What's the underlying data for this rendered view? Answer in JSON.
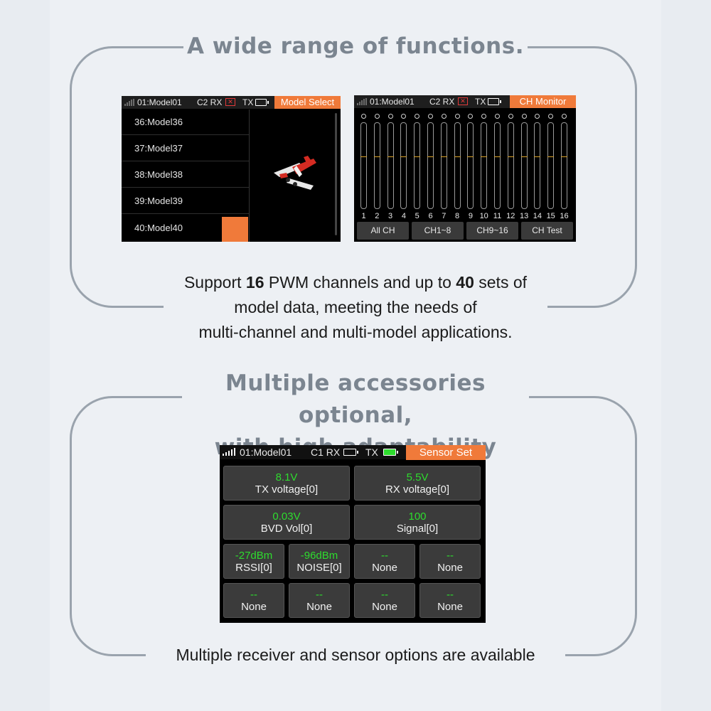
{
  "section1": {
    "headline": "A wide range of functions.",
    "caption": {
      "line1_a": "Support ",
      "line1_b": "16",
      "line1_c": " PWM channels and up to ",
      "line1_d": "40",
      "line1_e": " sets of",
      "line2": "model data, meeting the needs of",
      "line3": "multi-channel and multi-model applications."
    }
  },
  "screen_model_select": {
    "status": {
      "model": "01:Model01",
      "rx": "C2 RX",
      "tx": "TX",
      "mode": "Model Select"
    },
    "models": [
      "36:Model36",
      "37:Model37",
      "38:Model38",
      "39:Model39",
      "40:Model40"
    ]
  },
  "screen_ch_monitor": {
    "status": {
      "model": "01:Model01",
      "rx": "C2 RX",
      "tx": "TX",
      "mode": "CH Monitor"
    },
    "channel_values": [
      "0",
      "0",
      "0",
      "0",
      "0",
      "0",
      "0",
      "0",
      "0",
      "0",
      "0",
      "0",
      "0",
      "0",
      "0",
      "0"
    ],
    "channel_numbers": [
      "1",
      "2",
      "3",
      "4",
      "5",
      "6",
      "7",
      "8",
      "9",
      "10",
      "11",
      "12",
      "13",
      "14",
      "15",
      "16"
    ],
    "buttons": [
      "All CH",
      "CH1~8",
      "CH9~16",
      "CH Test"
    ]
  },
  "section2": {
    "headline_line1": "Multiple accessories optional,",
    "headline_line2": "with high adaptability",
    "caption": "Multiple receiver and sensor options are available"
  },
  "screen_sensor_set": {
    "status": {
      "model": "01:Model01",
      "rx": "C1 RX",
      "tx": "TX",
      "mode": "Sensor Set"
    },
    "tiles_wide": [
      {
        "value": "8.1V",
        "label": "TX voltage[0]"
      },
      {
        "value": "5.5V",
        "label": "RX voltage[0]"
      },
      {
        "value": "0.03V",
        "label": "BVD Vol[0]"
      },
      {
        "value": "100",
        "label": "Signal[0]"
      }
    ],
    "tiles_small": [
      {
        "value": "-27dBm",
        "label": "RSSI[0]"
      },
      {
        "value": "-96dBm",
        "label": "NOISE[0]"
      },
      {
        "value": "--",
        "label": "None"
      },
      {
        "value": "--",
        "label": "None"
      },
      {
        "value": "--",
        "label": "None"
      },
      {
        "value": "--",
        "label": "None"
      },
      {
        "value": "--",
        "label": "None"
      },
      {
        "value": "--",
        "label": "None"
      }
    ]
  },
  "colors": {
    "accent_orange": "#f07a3a",
    "value_green": "#2edc2e",
    "headline_gray": "#7b8590"
  }
}
